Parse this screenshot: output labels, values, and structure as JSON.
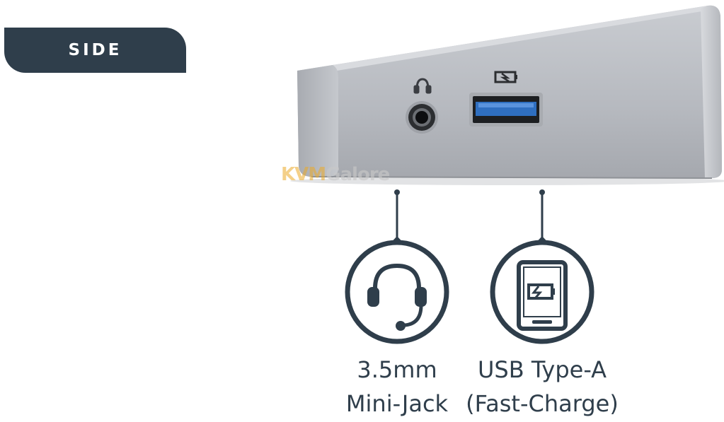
{
  "side_tab": {
    "label": "SIDE"
  },
  "watermark": {
    "part1": "KVM",
    "part2": "Galore"
  },
  "ports": [
    {
      "id": "audio",
      "icon": "headset-icon",
      "line1": "3.5mm",
      "line2": "Mini-Jack"
    },
    {
      "id": "usb",
      "icon": "tablet-charging-icon",
      "line1": "USB Type-A",
      "line2": "(Fast-Charge)"
    }
  ],
  "colors": {
    "navy": "#2f3e4b",
    "usb_blue": "#2f6fc0",
    "silver": "#b9bcc1"
  }
}
